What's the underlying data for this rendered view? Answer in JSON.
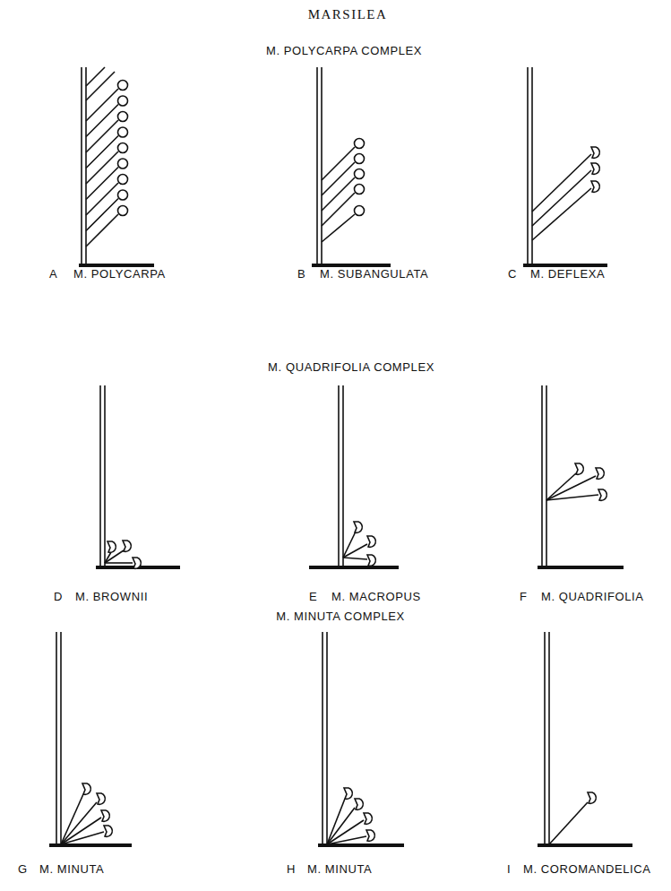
{
  "diagram": {
    "title": "MARSILEA",
    "labels": [
      "M. POLYCARPA COMPLEX",
      "A",
      "M. POLYCARPA",
      "B",
      "M. SUBANGULATA",
      "C",
      "M. DEFLEXA",
      "M. QUADRIFOLIA COMPLEX",
      "D",
      "M. BROWNII",
      "E",
      "M. MACROPUS",
      "F",
      "M. QUADRIFOLIA",
      "M. MINUTA COMPLEX",
      "G",
      "M. MINUTA",
      "H",
      "M. MINUTA",
      "I",
      "M. COROMANDELICA"
    ]
  }
}
